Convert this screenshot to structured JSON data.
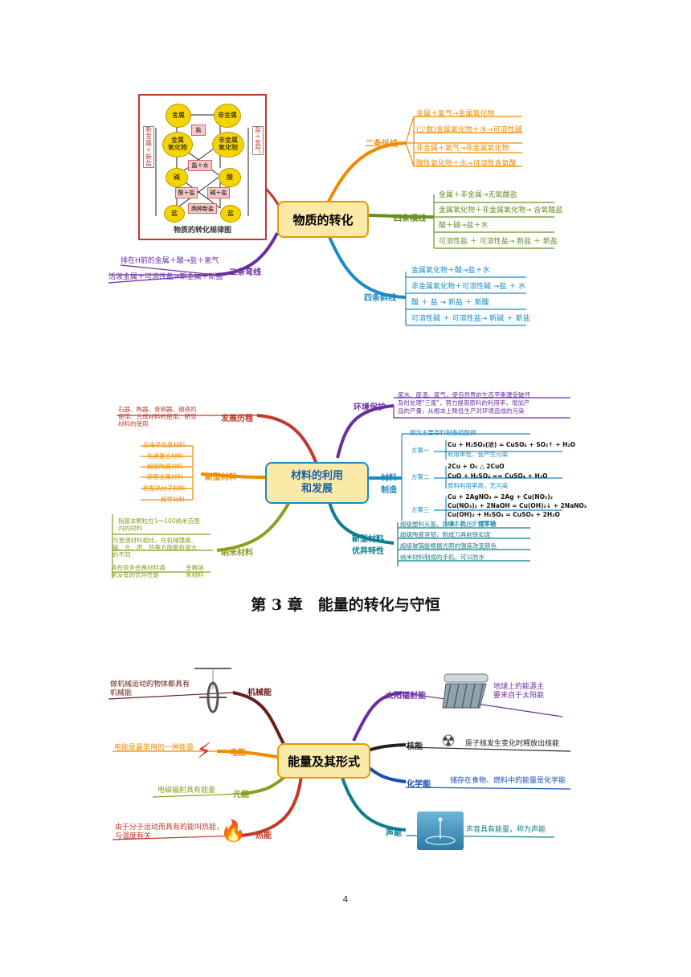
{
  "section1": {
    "center": "物质的转化",
    "diagram": {
      "metal": "金属",
      "nonmetal": "非金属",
      "salt_top": "盐",
      "metal_oxide": "金属\n氧化物",
      "nonmetal_oxide": "非金属\n氧化物",
      "salt_water": "盐＋水",
      "base": "碱",
      "acid": "酸",
      "acid_salt": "酸＋盐",
      "base_salt": "碱＋盐",
      "two_salts": "两种新盐",
      "salt_bl": "盐",
      "salt_br": "盐",
      "left_side": "新\n金\n属\n＋\n新\n盐",
      "right_side": "盐\n＋\n氢\n气",
      "caption": "物质的转化规律图"
    },
    "two_vertical": {
      "label": "二条纵线",
      "items": [
        "金属＋氧气→金属氧化物",
        "(少数)金属氧化物＋水→可溶性碱",
        "非金属＋氧气→非金属氧化物",
        "酸性氧化物＋水→可溶性含氧酸"
      ]
    },
    "four_horizontal": {
      "label": "四条横线",
      "items": [
        "金属＋非金属→无氧酸盐",
        "金属氧化物＋非金属氧化物→ 含氧酸盐",
        "酸＋碱→盐＋水",
        "可溶性盐 ＋ 可溶性盐→ 新盐 ＋ 新盐"
      ]
    },
    "two_curves": {
      "label": "二条弯线",
      "items": [
        "排在H前的金属＋酸→盐＋氢气",
        "活泼金属＋可溶性盐→新金属＋新盐"
      ]
    },
    "four_diagonal": {
      "label": "四条斜线",
      "items": [
        "金属氧化物＋酸→盐＋水",
        "非金属氧化物＋可溶性碱 →盐 ＋ 水",
        "酸 ＋ 盐 → 新盐 ＋ 新酸",
        "可溶性碱 ＋ 可溶性盐→ 新碱 ＋ 新盐"
      ]
    }
  },
  "section2": {
    "center": "材料的利用\n和发展",
    "history": {
      "label": "发展历程",
      "text": "石器、陶器、青铜器、钢铁的\n使用、合成材料的使用、新型\n材料的使用"
    },
    "new_materials": {
      "label": "新型材料",
      "items": [
        "光电子信息材料",
        "先进复合材料",
        "超级陶瓷材料",
        "新型金属材料",
        "新型高分子材料",
        "超导材料"
      ]
    },
    "nano": {
      "label": "纳米材料",
      "item1": "指基本颗粒在1～100纳米范围\n内的材料",
      "item2": "与普通材料相比，在机械强度、\n磁、光、声、热等方面都有很大\n的不同",
      "item3": "具有很多金属材料通\n常没有的优异性能",
      "item3b": "金属纳\n米材料"
    },
    "env": {
      "label": "环境保护",
      "text": "废水、废渣、废气，使自然界的生态平衡遭受破坏\n及时处理\"三废\"，努力提高原料的利用率，增加产\n品的产量，从根本上降低生产对环境造成的污染"
    },
    "prep": {
      "label": "材料\n制造",
      "head": "铜为主要原料制备硫酸铜",
      "plan1": "方案一",
      "p1a": "Cu + H₂SO₄(浓) = CuSO₄ + SO₂↑ + H₂O",
      "p1b": "利用率低、会产生污染",
      "plan2": "方案二",
      "p2a": "2Cu + O₂ △ 2CuO",
      "p2b": "CuO + H₂SO₄ == CuSO₄ + H₂O",
      "p2c": "原料利用率高，无污染",
      "plan3": "方案三",
      "p3a": "Cu + 2AgNO₃ = 2Ag + Cu(NO₃)₂",
      "p3b": "Cu(NO₃)₂ + 2NaOH = Cu(OH)₂↓ + 2NaNO₃",
      "p3c": "Cu(OH)₂ + H₂SO₄ = CuSO₄ + 2H₂O",
      "p3d": "成本高、步骤繁琐"
    },
    "props": {
      "label": "新型材料\n优异特性",
      "items": [
        "超级塑料头盔，防弹、抗压、撞不破",
        "超级陶瓷坚韧，制成刀具削铁如泥",
        "超级玻璃能根据光照的强度改变颜色",
        "纳米材料制成的手机，可以防水"
      ]
    }
  },
  "chapter_title": "第 3 章　能量的转化与守恒",
  "section3": {
    "center": "能量及其形式",
    "mech": {
      "label": "机械能",
      "text": "做机械运动的物体都具有\n机械能"
    },
    "elec": {
      "label": "电能",
      "text": "电能是最常用的一种能量"
    },
    "light": {
      "label": "光能",
      "text": "电磁辐射具有能量"
    },
    "heat": {
      "label": "热能",
      "text": "由于分子运动而具有的能叫热能，\n与温度有关"
    },
    "solar": {
      "label": "太阳辐射能",
      "text": "地球上的能源主\n要来自于太阳能"
    },
    "nuclear": {
      "label": "核能",
      "text": "原子核发生变化时释放出核能"
    },
    "chem": {
      "label": "化学能",
      "text": "储存在食物、燃料中的能量是化学能"
    },
    "sound": {
      "label": "声能",
      "text": "声音具有能量，称为声能"
    }
  },
  "page_number": "4",
  "colors": {
    "orange": "#f08a00",
    "green": "#6b8e23",
    "purple": "#6a2ea0",
    "blue": "#1a8bc4",
    "red": "#c0392b",
    "teal": "#0f7d8c",
    "center_fill": "#fbe9a8",
    "center_border": "#e39b00"
  }
}
